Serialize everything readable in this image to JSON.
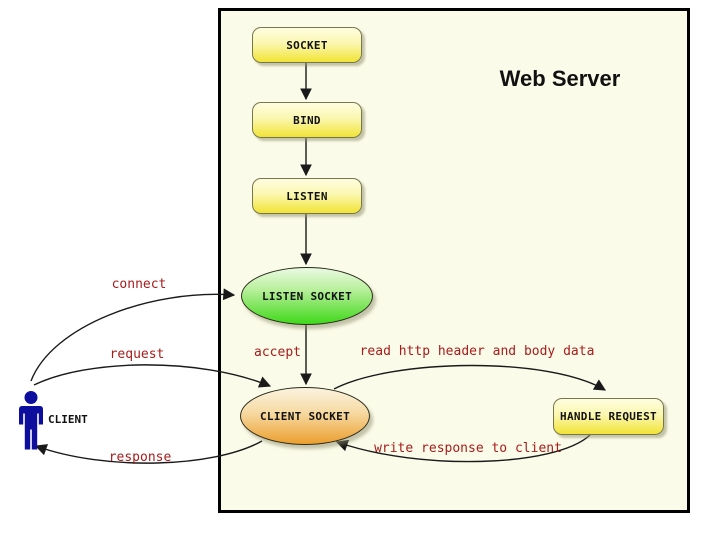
{
  "title": "Web Server",
  "colors": {
    "canvas_bg": "#ffffff",
    "server_bg": "#fbfbe9",
    "server_border": "#000000",
    "process_fill_top": "#fffde0",
    "process_fill_bottom": "#f1e435",
    "listen_socket_fill_top": "#eafae2",
    "listen_socket_fill_bottom": "#3fd91a",
    "client_socket_fill_top": "#fbf4e0",
    "client_socket_fill_bottom": "#eb9f2e",
    "edge_label_color": "#a81c1c",
    "arrow_color": "#1a1a1a",
    "client_icon_color": "#0d0d9e"
  },
  "nodes": [
    {
      "id": "socket",
      "label": "SOCKET",
      "shape": "rounded-rect"
    },
    {
      "id": "bind",
      "label": "BIND",
      "shape": "rounded-rect"
    },
    {
      "id": "listen",
      "label": "LISTEN",
      "shape": "rounded-rect"
    },
    {
      "id": "listen-socket",
      "label": "LISTEN SOCKET",
      "shape": "ellipse"
    },
    {
      "id": "client-socket",
      "label": "CLIENT SOCKET",
      "shape": "ellipse"
    },
    {
      "id": "handle-request",
      "label": "HANDLE REQUEST",
      "shape": "rounded-rect"
    }
  ],
  "actor": {
    "label": "CLIENT"
  },
  "edges": [
    {
      "from": "SOCKET",
      "to": "BIND",
      "label": ""
    },
    {
      "from": "BIND",
      "to": "LISTEN",
      "label": ""
    },
    {
      "from": "LISTEN",
      "to": "LISTEN SOCKET",
      "label": ""
    },
    {
      "from": "LISTEN SOCKET",
      "to": "CLIENT SOCKET",
      "label": "accept"
    },
    {
      "from": "CLIENT",
      "to": "LISTEN SOCKET",
      "label": "connect"
    },
    {
      "from": "CLIENT",
      "to": "CLIENT SOCKET",
      "label": "request"
    },
    {
      "from": "CLIENT SOCKET",
      "to": "CLIENT",
      "label": "response"
    },
    {
      "from": "CLIENT SOCKET",
      "to": "HANDLE REQUEST",
      "label": "read http header and body data"
    },
    {
      "from": "HANDLE REQUEST",
      "to": "CLIENT SOCKET",
      "label": "write response to client"
    }
  ]
}
